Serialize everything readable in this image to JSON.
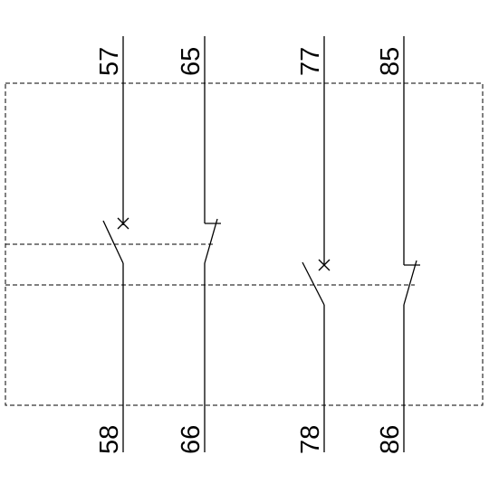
{
  "terminals": {
    "t57": "57",
    "t65": "65",
    "t77": "77",
    "t85": "85",
    "t58": "58",
    "t66": "66",
    "t78": "78",
    "t86": "86"
  },
  "colors": {
    "line": "#000000",
    "background": "#ffffff"
  }
}
